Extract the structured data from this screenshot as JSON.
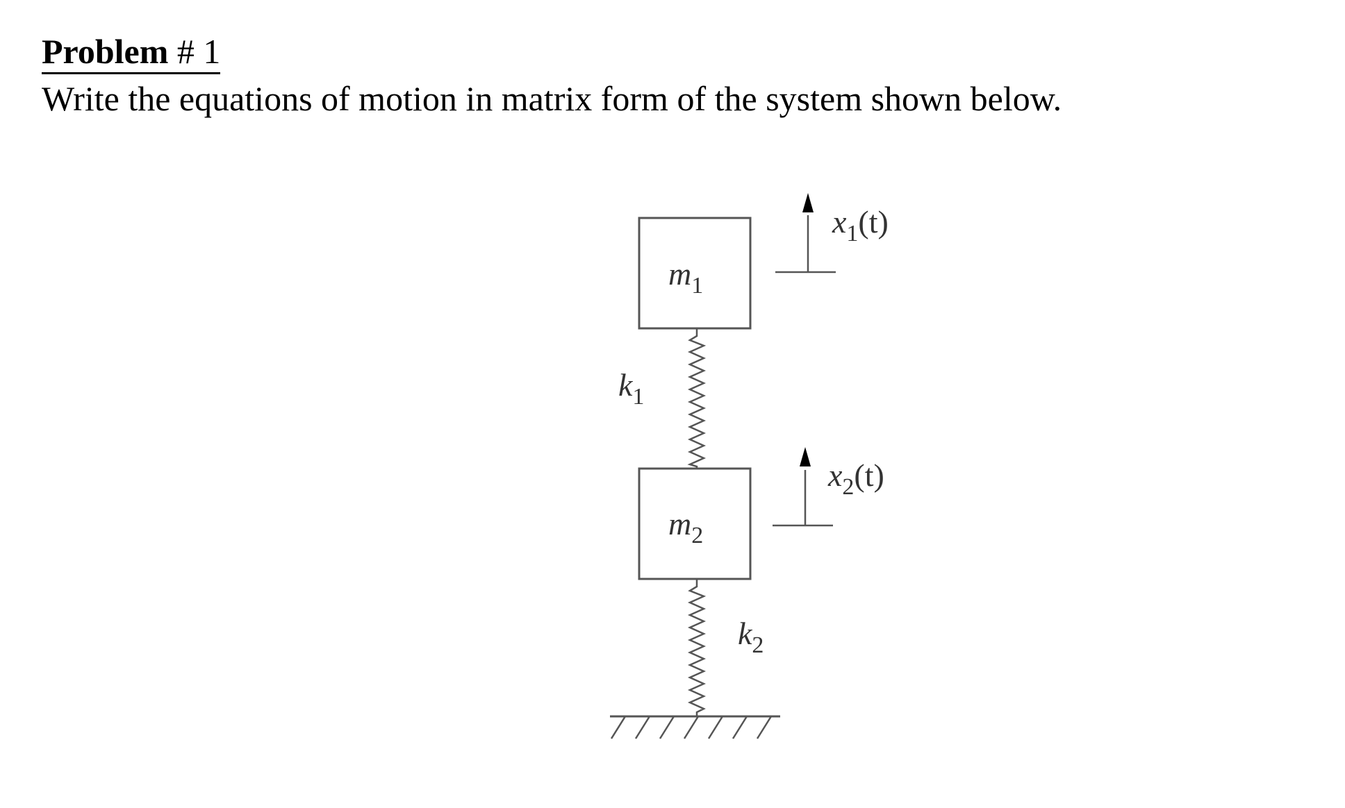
{
  "problem": {
    "heading_bold": "Problem",
    "heading_rest": " # 1",
    "statement": "Write the equations of motion in matrix form of the system shown below."
  },
  "diagram": {
    "mass_top": {
      "symbol": "m",
      "subscript": "1"
    },
    "mass_bottom": {
      "symbol": "m",
      "subscript": "2"
    },
    "spring_top": {
      "symbol": "k",
      "subscript": "1"
    },
    "spring_bottom": {
      "symbol": "k",
      "subscript": "2"
    },
    "displacement_top": {
      "symbol": "x",
      "subscript": "1",
      "argument": "(t)"
    },
    "displacement_bottom": {
      "symbol": "x",
      "subscript": "2",
      "argument": "(t)"
    }
  },
  "colors": {
    "line": "#555555",
    "text": "#000000"
  }
}
